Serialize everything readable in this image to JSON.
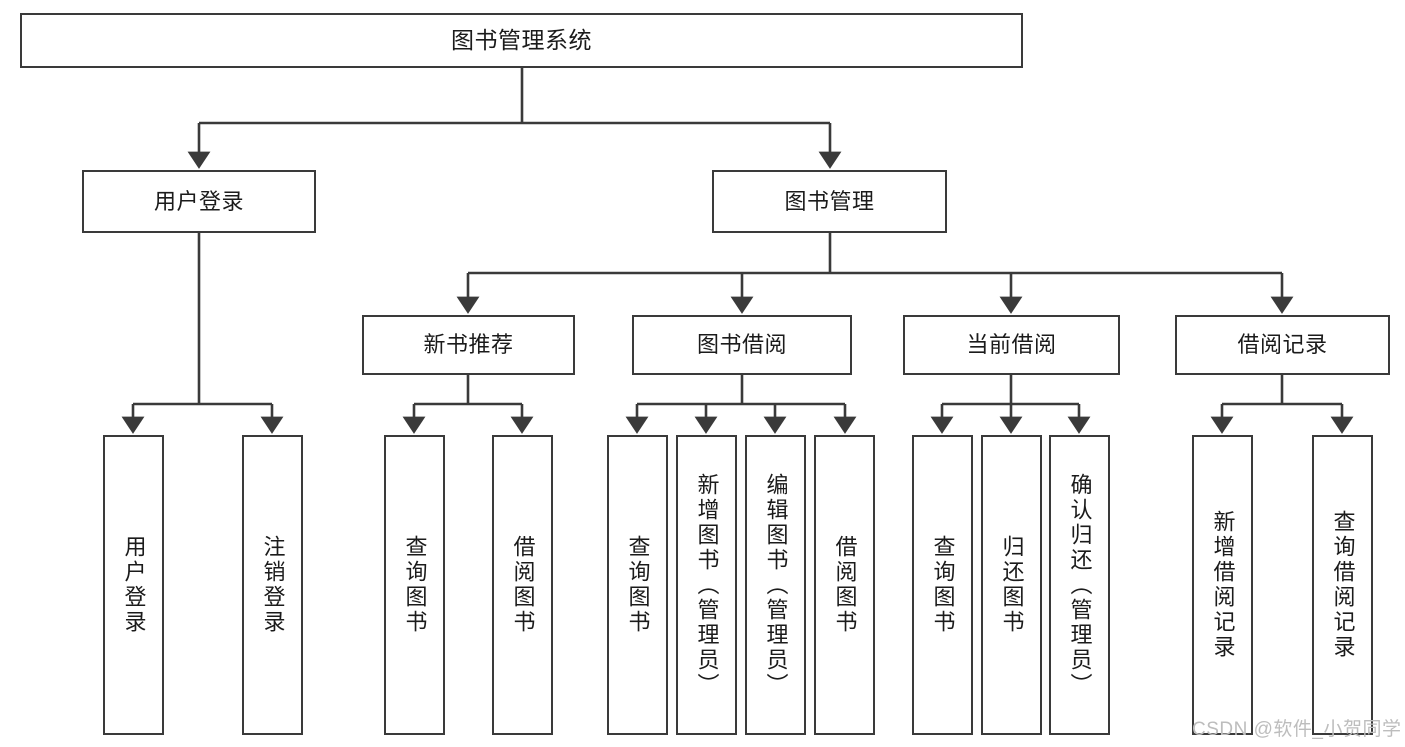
{
  "diagram": {
    "title_node": {
      "label": "图书管理系统"
    },
    "level2": [
      {
        "label": "用户登录"
      },
      {
        "label": "图书管理"
      }
    ],
    "level3": [
      {
        "label": "新书推荐"
      },
      {
        "label": "图书借阅"
      },
      {
        "label": "当前借阅"
      },
      {
        "label": "借阅记录"
      }
    ],
    "leaves": [
      {
        "label": "用户登录"
      },
      {
        "label": "注销登录"
      },
      {
        "label": "查询图书"
      },
      {
        "label": "借阅图书"
      },
      {
        "label": "查询图书"
      },
      {
        "label": "新增图书（管理员）"
      },
      {
        "label": "编辑图书（管理员）"
      },
      {
        "label": "借阅图书"
      },
      {
        "label": "查询图书"
      },
      {
        "label": "归还图书"
      },
      {
        "label": "确认归还（管理员）"
      },
      {
        "label": "新增借阅记录"
      },
      {
        "label": "查询借阅记录"
      }
    ],
    "watermark": "CSDN @软件_小贺同学",
    "colors": {
      "stroke": "#3a3a3a",
      "text": "#1b1b1b",
      "background": "#ffffff",
      "watermark": "#bdbdbd"
    }
  }
}
